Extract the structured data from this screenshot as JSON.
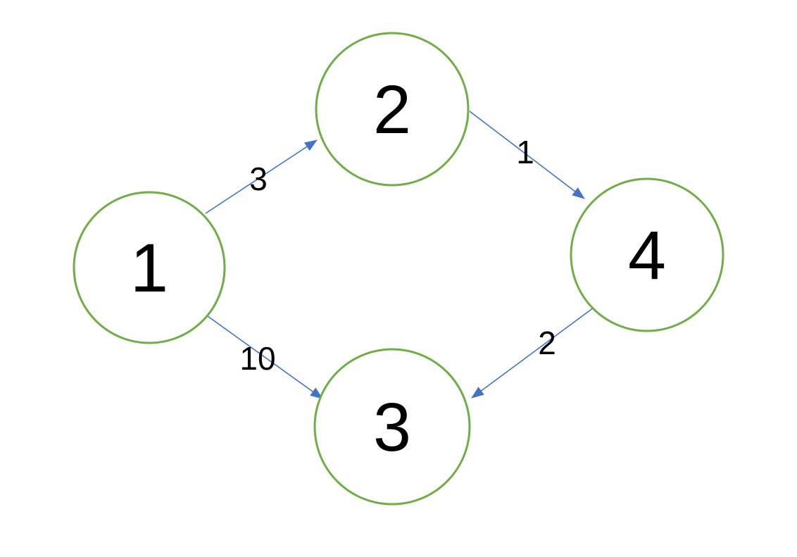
{
  "graph": {
    "type": "directed-weighted-graph",
    "colors": {
      "background": "#ffffff",
      "node_stroke": "#70ad47",
      "edge": "#4472c4",
      "text": "#000000"
    },
    "nodes": [
      {
        "id": "1",
        "label": "1"
      },
      {
        "id": "2",
        "label": "2"
      },
      {
        "id": "3",
        "label": "3"
      },
      {
        "id": "4",
        "label": "4"
      }
    ],
    "edges": [
      {
        "from": "1",
        "to": "2",
        "weight": "3"
      },
      {
        "from": "2",
        "to": "4",
        "weight": "1"
      },
      {
        "from": "1",
        "to": "3",
        "weight": "10"
      },
      {
        "from": "4",
        "to": "3",
        "weight": "2"
      }
    ]
  }
}
